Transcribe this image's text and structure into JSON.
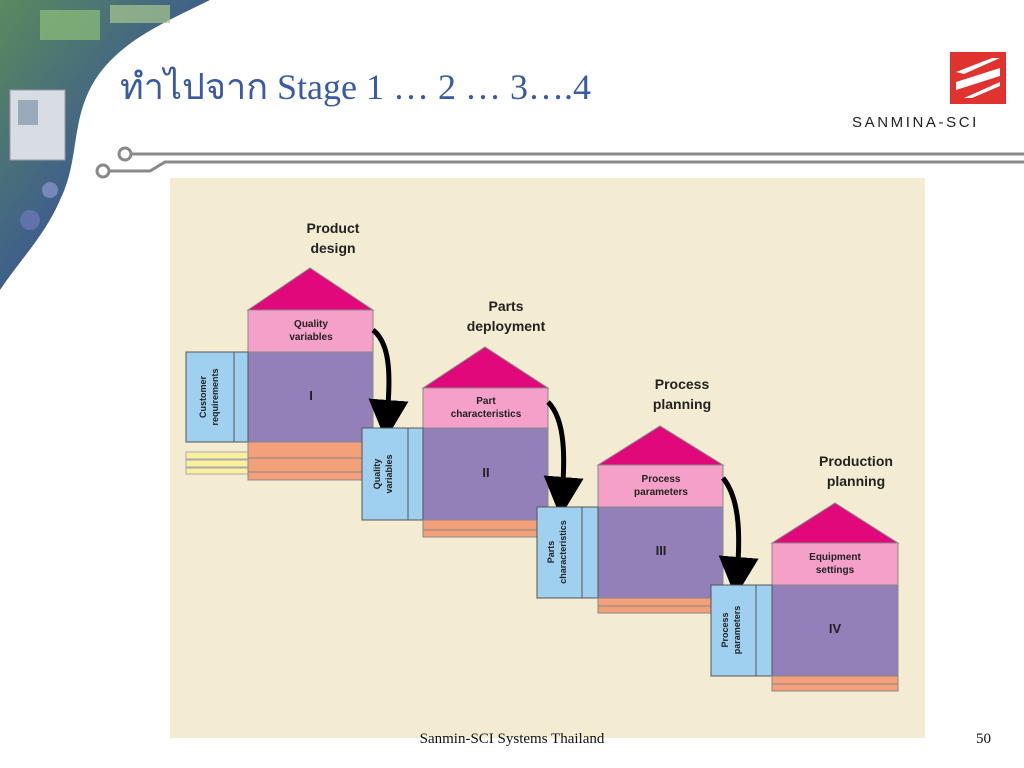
{
  "slide": {
    "title": "ทำไปจาก Stage 1 … 2 … 3….4",
    "footer": "Sanmin-SCI Systems Thailand",
    "page_number": "50"
  },
  "logo": {
    "text": "SANMINA-SCI",
    "icon": "sanmina-logo-icon",
    "color": "#e0322e"
  },
  "colors": {
    "roof": "#e0087a",
    "pink": "#f4a0c8",
    "purple": "#9480b8",
    "blue": "#9fd0f0",
    "salmon": "#f4a07a",
    "yellow": "#fbf0a0",
    "panel": "#f3ebd2"
  },
  "houses": [
    {
      "title_line1": "Product",
      "title_line2": "design",
      "pink_line1": "Quality",
      "pink_line2": "variables",
      "roman": "I",
      "side_line1": "Customer",
      "side_line2": "requirements"
    },
    {
      "title_line1": "Parts",
      "title_line2": "deployment",
      "pink_line1": "Part",
      "pink_line2": "characteristics",
      "roman": "II",
      "side_line1": "Quality",
      "side_line2": "variables"
    },
    {
      "title_line1": "Process",
      "title_line2": "planning",
      "pink_line1": "Process",
      "pink_line2": "parameters",
      "roman": "III",
      "side_line1": "Parts",
      "side_line2": "characteristics"
    },
    {
      "title_line1": "Production",
      "title_line2": "planning",
      "pink_line1": "Equipment",
      "pink_line2": "settings",
      "roman": "IV",
      "side_line1": "Process",
      "side_line2": "parameters"
    }
  ]
}
